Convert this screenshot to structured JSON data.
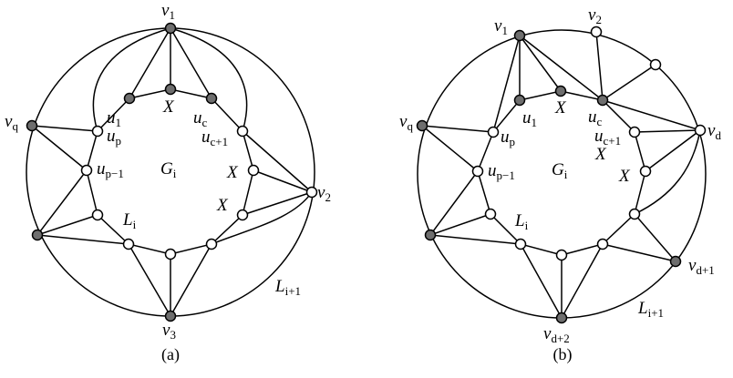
{
  "figures": [
    {
      "caption": "(a)",
      "vertex_labels": [
        {
          "id": "v1",
          "base": "v",
          "sub": "1"
        },
        {
          "id": "u1",
          "base": "u",
          "sub": "1"
        },
        {
          "id": "X_top",
          "base": "X",
          "sub": ""
        },
        {
          "id": "uc",
          "base": "u",
          "sub": "c"
        },
        {
          "id": "vq",
          "base": "v",
          "sub": "q"
        },
        {
          "id": "up",
          "base": "u",
          "sub": "p"
        },
        {
          "id": "uc1",
          "base": "u",
          "sub": "c+1"
        },
        {
          "id": "up1",
          "base": "u",
          "sub": "p−1"
        },
        {
          "id": "Gi",
          "base": "G",
          "sub": "i"
        },
        {
          "id": "X_r1",
          "base": "X",
          "sub": ""
        },
        {
          "id": "X_r2",
          "base": "X",
          "sub": ""
        },
        {
          "id": "v2",
          "base": "v",
          "sub": "2"
        },
        {
          "id": "Li",
          "base": "L",
          "sub": "i"
        },
        {
          "id": "Li1",
          "base": "L",
          "sub": "i+1"
        },
        {
          "id": "v3",
          "base": "v",
          "sub": "3"
        }
      ]
    },
    {
      "caption": "(b)",
      "vertex_labels": [
        {
          "id": "v1",
          "base": "v",
          "sub": "1"
        },
        {
          "id": "v2",
          "base": "v",
          "sub": "2"
        },
        {
          "id": "u1",
          "base": "u",
          "sub": "1"
        },
        {
          "id": "X_top",
          "base": "X",
          "sub": ""
        },
        {
          "id": "uc",
          "base": "u",
          "sub": "c"
        },
        {
          "id": "vq",
          "base": "v",
          "sub": "q"
        },
        {
          "id": "up",
          "base": "u",
          "sub": "p"
        },
        {
          "id": "uc1",
          "base": "u",
          "sub": "c+1"
        },
        {
          "id": "vd",
          "base": "v",
          "sub": "d"
        },
        {
          "id": "up1",
          "base": "u",
          "sub": "p−1"
        },
        {
          "id": "Gi",
          "base": "G",
          "sub": "i"
        },
        {
          "id": "X_r1",
          "base": "X",
          "sub": ""
        },
        {
          "id": "X_r2",
          "base": "X",
          "sub": ""
        },
        {
          "id": "Li",
          "base": "L",
          "sub": "i"
        },
        {
          "id": "vd1",
          "base": "v",
          "sub": "d+1"
        },
        {
          "id": "Li1",
          "base": "L",
          "sub": "i+1"
        },
        {
          "id": "vd2",
          "base": "v",
          "sub": "d+2"
        }
      ]
    }
  ],
  "colors": {
    "filled_vertex": "#6e6e6e",
    "open_vertex": "#ffffff",
    "stroke": "#000000"
  }
}
